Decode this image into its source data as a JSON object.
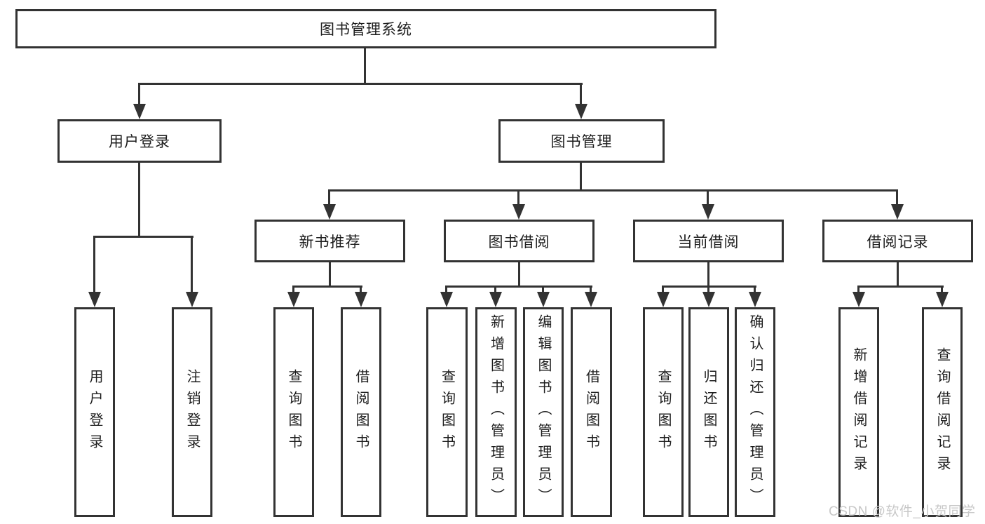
{
  "diagram": {
    "root_label": "图书管理系统",
    "branches": [
      {
        "label": "用户登录",
        "children": [
          "用户登录",
          "注销登录"
        ]
      },
      {
        "label": "图书管理",
        "sections": [
          {
            "label": "新书推荐",
            "children": [
              "查询图书",
              "借阅图书"
            ]
          },
          {
            "label": "图书借阅",
            "children": [
              "查询图书",
              "新增图书（管理员）",
              "编辑图书（管理员）",
              "借阅图书"
            ]
          },
          {
            "label": "当前借阅",
            "children": [
              "查询图书",
              "归还图书",
              "确认归还（管理员）"
            ]
          },
          {
            "label": "借阅记录",
            "children": [
              "新增借阅记录",
              "查询借阅记录"
            ]
          }
        ]
      }
    ]
  },
  "watermark": {
    "text": "CSDN @软件_小贺同学"
  },
  "colors": {
    "line": "#333333",
    "text": "#1d1d1d",
    "node_fill": "#ffffff",
    "background": "#ffffff",
    "watermark": "#c8c8c8"
  }
}
